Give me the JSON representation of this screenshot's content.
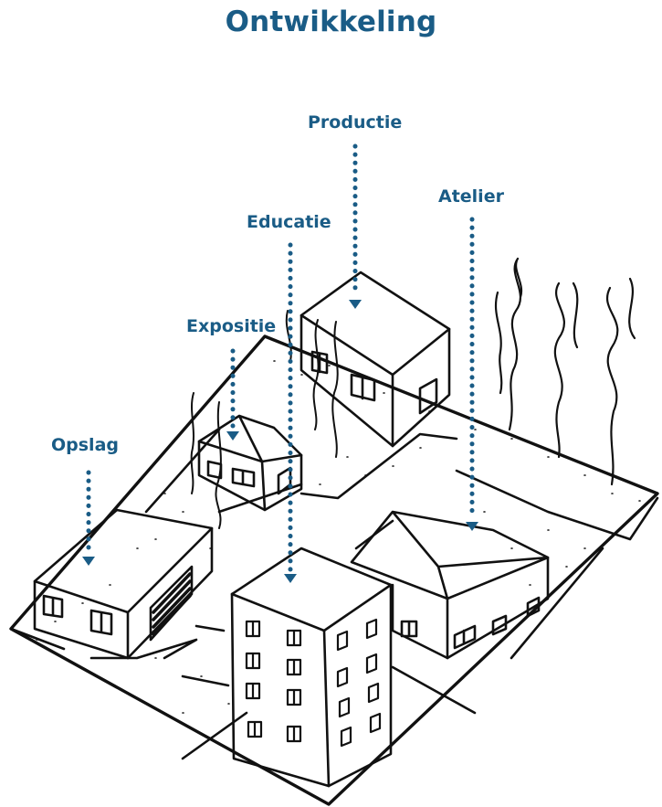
{
  "title": "Ontwikkeling",
  "accent_color": "#1a5c86",
  "ink_color": "#111111",
  "labels": {
    "productie": "Productie",
    "atelier": "Atelier",
    "educatie": "Educatie",
    "expositie": "Expositie",
    "opslag": "Opslag"
  }
}
